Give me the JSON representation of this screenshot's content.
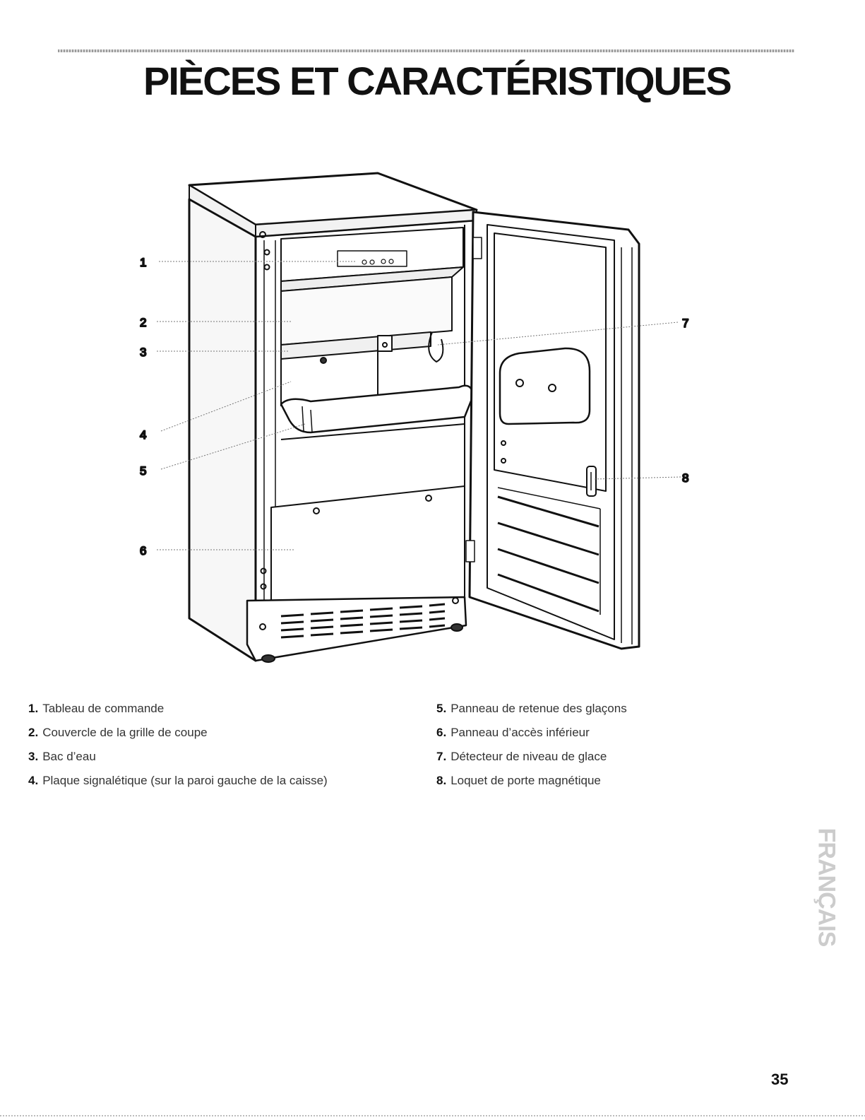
{
  "page": {
    "title": "PIÈCES ET CARACTÉRISTIQUES",
    "side_tab": "FRANÇAIS",
    "page_number": "35"
  },
  "diagram": {
    "callouts": [
      "1",
      "2",
      "3",
      "4",
      "5",
      "6",
      "7",
      "8"
    ]
  },
  "legend": {
    "left": [
      {
        "num": "1.",
        "text": "Tableau de commande"
      },
      {
        "num": "2.",
        "text": "Couvercle de la grille de coupe"
      },
      {
        "num": "3.",
        "text": "Bac d’eau"
      },
      {
        "num": "4.",
        "text": "Plaque signalétique (sur la paroi gauche de la caisse)"
      }
    ],
    "right": [
      {
        "num": "5.",
        "text": "Panneau de retenue des glaçons"
      },
      {
        "num": "6.",
        "text": "Panneau d’accès inférieur"
      },
      {
        "num": "7.",
        "text": "Détecteur de niveau de glace"
      },
      {
        "num": "8.",
        "text": "Loquet de porte magnétique"
      }
    ]
  }
}
